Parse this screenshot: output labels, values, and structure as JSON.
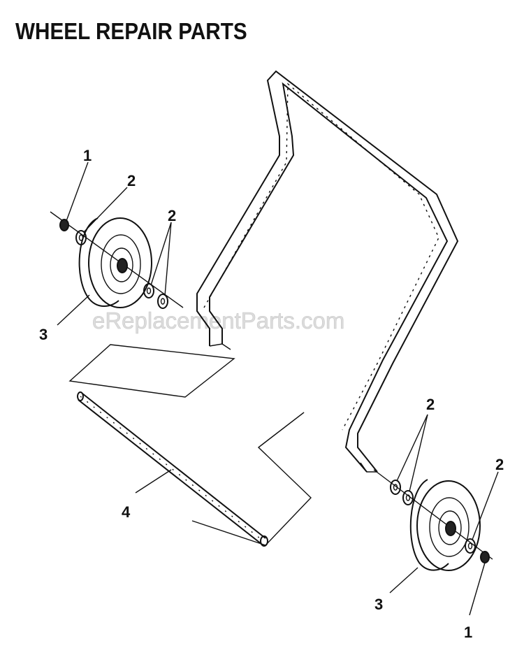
{
  "title": "WHEEL REPAIR PARTS",
  "watermark": "eReplacementParts.com",
  "callouts": {
    "left_nut": "1",
    "left_outer_washer": "2",
    "left_inner_washers": "2",
    "left_wheel": "3",
    "axle_rod": "4",
    "right_inner_washers": "2",
    "right_outer_washer": "2",
    "right_wheel": "3",
    "right_nut": "1"
  }
}
